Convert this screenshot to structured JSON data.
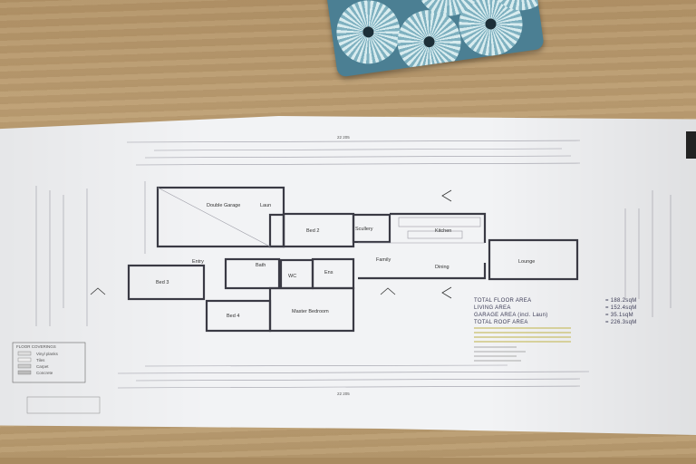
{
  "scene": {
    "description_colors": {
      "wood": "#b89a6e",
      "paper": "#f2f3f5",
      "coaster": "#4b7f93",
      "walls": "#3a3a44"
    }
  },
  "plan": {
    "overall_dimension_top": "22 205",
    "overall_dimension_bottom": "22 205",
    "rooms": {
      "garage": "Double Garage",
      "laundry": "Laun",
      "bed2": "Bed 2",
      "scullery": "Scullery",
      "kitchen": "Kitchen",
      "family": "Family",
      "dining": "Dining",
      "lounge": "Lounge",
      "entry": "Entry",
      "bed3": "Bed 3",
      "bath": "Bath",
      "wc": "WC",
      "ensuite": "Ens",
      "master": "Master Bedroom",
      "bed4": "Bed 4"
    },
    "areas": [
      {
        "label": "TOTAL FLOOR AREA",
        "value": "= 188.2sqM"
      },
      {
        "label": "LIVING AREA",
        "value": "= 152.4sqM"
      },
      {
        "label": "GARAGE AREA (incl. Laun)",
        "value": "= 35.1sqM"
      },
      {
        "label": "TOTAL ROOF AREA",
        "value": "= 226.3sqM"
      }
    ],
    "legend_title": "FLOOR COVERINGS",
    "legend_items": [
      "Vinyl planks",
      "Tiles",
      "Carpet",
      "Concrete"
    ]
  }
}
